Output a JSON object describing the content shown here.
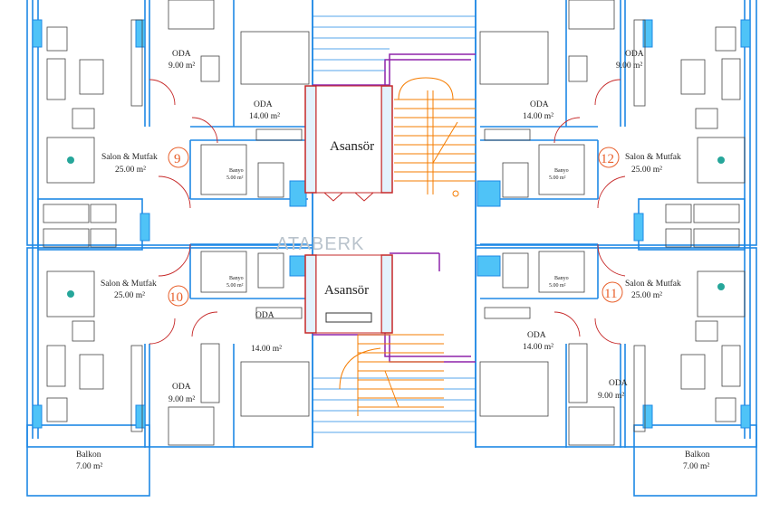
{
  "watermark": "ATABERK",
  "elevator_labels": {
    "top": "Asansör",
    "bottom": "Asansör"
  },
  "units": {
    "u9": {
      "number": "9",
      "salon_label": "Salon & Mutfak",
      "salon_area": "25.00 m²",
      "bath_label": "Banyo",
      "bath_area": "5.00 m²",
      "room_large_label": "ODA",
      "room_large_area": "14.00 m²",
      "room_small_label": "ODA",
      "room_small_area": "9.00 m²"
    },
    "u12": {
      "number": "12",
      "salon_label": "Salon & Mutfak",
      "salon_area": "25.00 m²",
      "bath_label": "Banyo",
      "bath_area": "5.00 m²",
      "room_large_label": "ODA",
      "room_large_area": "14.00 m²",
      "room_small_label": "ODA",
      "room_small_area": "9.00 m²"
    },
    "u10": {
      "number": "10",
      "salon_label": "Salon & Mutfak",
      "salon_area": "25.00 m²",
      "bath_label": "Banyo",
      "bath_area": "5.00 m²",
      "room_large_label": "ODA",
      "room_large_area": "14.00 m²",
      "room_small_label": "ODA",
      "room_small_area": "9.00 m²",
      "balcony_label": "Balkon",
      "balcony_area": "7.00 m²"
    },
    "u11": {
      "number": "11",
      "salon_label": "Salon & Mutfak",
      "salon_area": "25.00 m²",
      "bath_label": "Banyo",
      "bath_area": "5.00 m²",
      "room_large_label": "ODA",
      "room_large_area": "14.00 m²",
      "room_small_label": "ODA",
      "room_small_area": "9.00 m²",
      "balcony_label": "Balkon",
      "balcony_area": "7.00 m²"
    }
  },
  "colors": {
    "wall": "#1e88e5",
    "wall_fill": "#dceefc",
    "elevator": "#c62828",
    "stairs": "#f57c00",
    "corridor": "#8e24aa",
    "door_arc": "#c62828",
    "furniture": "#444444",
    "accent_teal": "#26a69a",
    "unit_number": "#e8602c"
  }
}
